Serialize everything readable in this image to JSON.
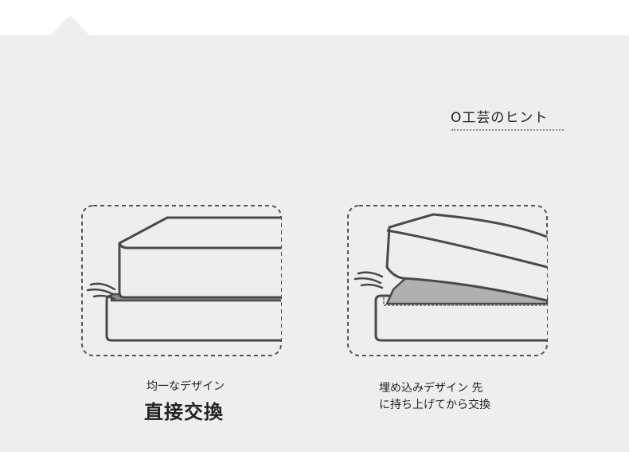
{
  "hint": {
    "title": "O工芸のヒント"
  },
  "left_panel": {
    "caption_small": "均一なデザイン",
    "caption_big": "直接交換"
  },
  "right_panel": {
    "caption_line1": "埋め込みデザイン 先",
    "caption_line2": "に持ち上げてから交換"
  },
  "colors": {
    "panel_bg": "#eeeeee",
    "stroke": "#4a4a4a",
    "fill_light": "#eeeeee",
    "fill_dark": "#b8b8b8"
  }
}
